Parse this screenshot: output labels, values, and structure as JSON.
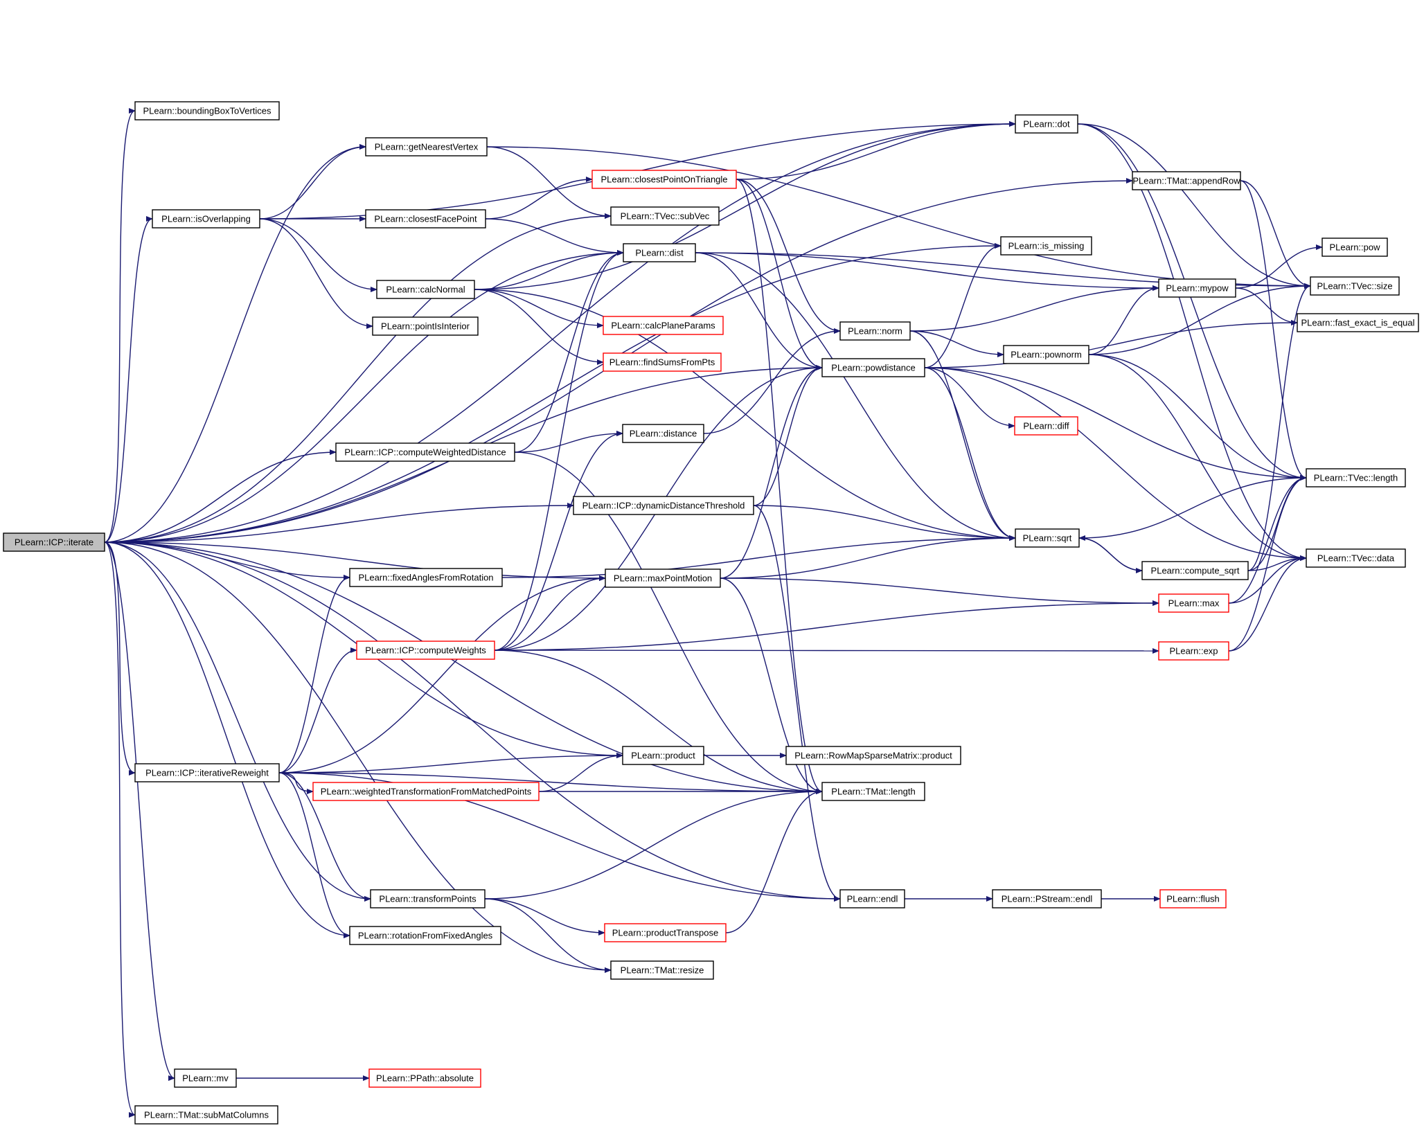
{
  "colors": {
    "edge": "#191970",
    "node_border": "#000000",
    "node_border_truncated": "#ff0000",
    "root_fill": "#bfbfbf",
    "node_fill": "#ffffff"
  },
  "graph": {
    "root": "iterate",
    "nodes": [
      {
        "id": "iterate",
        "label": "PLearn::ICP::iterate",
        "truncated": false
      },
      {
        "id": "boundingBoxToVertices",
        "label": "PLearn::boundingBoxToVertices",
        "truncated": false
      },
      {
        "id": "getNearestVertex",
        "label": "PLearn::getNearestVertex",
        "truncated": false
      },
      {
        "id": "isOverlapping",
        "label": "PLearn::isOverlapping",
        "truncated": false
      },
      {
        "id": "closestFacePoint",
        "label": "PLearn::closestFacePoint",
        "truncated": false
      },
      {
        "id": "calcNormal",
        "label": "PLearn::calcNormal",
        "truncated": false
      },
      {
        "id": "pointIsInterior",
        "label": "PLearn::pointIsInterior",
        "truncated": false
      },
      {
        "id": "computeWeightedDistance",
        "label": "PLearn::ICP::computeWeightedDistance",
        "truncated": false
      },
      {
        "id": "fixedAnglesFromRotation",
        "label": "PLearn::fixedAnglesFromRotation",
        "truncated": false
      },
      {
        "id": "computeWeights",
        "label": "PLearn::ICP::computeWeights",
        "truncated": true
      },
      {
        "id": "iterativeReweight",
        "label": "PLearn::ICP::iterativeReweight",
        "truncated": false
      },
      {
        "id": "weightedTransformation",
        "label": "PLearn::weightedTransformationFromMatchedPoints",
        "truncated": true
      },
      {
        "id": "transformPoints",
        "label": "PLearn::transformPoints",
        "truncated": false
      },
      {
        "id": "rotationFromFixedAngles",
        "label": "PLearn::rotationFromFixedAngles",
        "truncated": false
      },
      {
        "id": "mv",
        "label": "PLearn::mv",
        "truncated": false
      },
      {
        "id": "subMatColumns",
        "label": "PLearn::TMat::subMatColumns",
        "truncated": false
      },
      {
        "id": "closestPointOnTriangle",
        "label": "PLearn::closestPointOnTriangle",
        "truncated": true
      },
      {
        "id": "subVec",
        "label": "PLearn::TVec::subVec",
        "truncated": false
      },
      {
        "id": "dist",
        "label": "PLearn::dist",
        "truncated": false
      },
      {
        "id": "calcPlaneParams",
        "label": "PLearn::calcPlaneParams",
        "truncated": true
      },
      {
        "id": "findSumsFromPts",
        "label": "PLearn::findSumsFromPts",
        "truncated": true
      },
      {
        "id": "distance",
        "label": "PLearn::distance",
        "truncated": false
      },
      {
        "id": "dynamicDistanceThreshold",
        "label": "PLearn::ICP::dynamicDistanceThreshold",
        "truncated": false
      },
      {
        "id": "maxPointMotion",
        "label": "PLearn::maxPointMotion",
        "truncated": false
      },
      {
        "id": "product",
        "label": "PLearn::product",
        "truncated": false
      },
      {
        "id": "productTranspose",
        "label": "PLearn::productTranspose",
        "truncated": true
      },
      {
        "id": "resize",
        "label": "PLearn::TMat::resize",
        "truncated": false
      },
      {
        "id": "absolute",
        "label": "PLearn::PPath::absolute",
        "truncated": true
      },
      {
        "id": "RowMapProduct",
        "label": "PLearn::RowMapSparseMatrix::product",
        "truncated": false
      },
      {
        "id": "TMatLength",
        "label": "PLearn::TMat::length",
        "truncated": false
      },
      {
        "id": "norm",
        "label": "PLearn::norm",
        "truncated": false
      },
      {
        "id": "powdistance",
        "label": "PLearn::powdistance",
        "truncated": false
      },
      {
        "id": "endl",
        "label": "PLearn::endl",
        "truncated": false
      },
      {
        "id": "dot",
        "label": "PLearn::dot",
        "truncated": false
      },
      {
        "id": "is_missing",
        "label": "PLearn::is_missing",
        "truncated": false
      },
      {
        "id": "diff",
        "label": "PLearn::diff",
        "truncated": true
      },
      {
        "id": "sqrt",
        "label": "PLearn::sqrt",
        "truncated": false
      },
      {
        "id": "PStreamEndl",
        "label": "PLearn::PStream::endl",
        "truncated": false
      },
      {
        "id": "appendRow",
        "label": "PLearn::TMat::appendRow",
        "truncated": false
      },
      {
        "id": "mypow",
        "label": "PLearn::mypow",
        "truncated": false
      },
      {
        "id": "pownorm",
        "label": "PLearn::pownorm",
        "truncated": false
      },
      {
        "id": "compute_sqrt",
        "label": "PLearn::compute_sqrt",
        "truncated": false
      },
      {
        "id": "max",
        "label": "PLearn::max",
        "truncated": true
      },
      {
        "id": "exp",
        "label": "PLearn::exp",
        "truncated": true
      },
      {
        "id": "flush",
        "label": "PLearn::flush",
        "truncated": true
      },
      {
        "id": "pow",
        "label": "PLearn::pow",
        "truncated": false
      },
      {
        "id": "TVecSize",
        "label": "PLearn::TVec::size",
        "truncated": false
      },
      {
        "id": "fast_exact_is_equal",
        "label": "PLearn::fast_exact_is_equal",
        "truncated": false
      },
      {
        "id": "TVecLength",
        "label": "PLearn::TVec::length",
        "truncated": false
      },
      {
        "id": "TVecData",
        "label": "PLearn::TVec::data",
        "truncated": false
      }
    ],
    "edges": [
      [
        "iterate",
        "boundingBoxToVertices"
      ],
      [
        "iterate",
        "getNearestVertex"
      ],
      [
        "iterate",
        "isOverlapping"
      ],
      [
        "iterate",
        "dot"
      ],
      [
        "iterate",
        "dist"
      ],
      [
        "iterate",
        "appendRow"
      ],
      [
        "iterate",
        "subVec"
      ],
      [
        "iterate",
        "is_missing"
      ],
      [
        "iterate",
        "computeWeightedDistance"
      ],
      [
        "iterate",
        "dynamicDistanceThreshold"
      ],
      [
        "iterate",
        "fixedAnglesFromRotation"
      ],
      [
        "iterate",
        "maxPointMotion"
      ],
      [
        "iterate",
        "powdistance"
      ],
      [
        "iterate",
        "product"
      ],
      [
        "iterate",
        "iterativeReweight"
      ],
      [
        "iterate",
        "transformPoints"
      ],
      [
        "iterate",
        "rotationFromFixedAngles"
      ],
      [
        "iterate",
        "resize"
      ],
      [
        "iterate",
        "TMatLength"
      ],
      [
        "iterate",
        "endl"
      ],
      [
        "iterate",
        "mv"
      ],
      [
        "iterate",
        "subMatColumns"
      ],
      [
        "isOverlapping",
        "getNearestVertex"
      ],
      [
        "isOverlapping",
        "closestFacePoint"
      ],
      [
        "isOverlapping",
        "calcNormal"
      ],
      [
        "isOverlapping",
        "pointIsInterior"
      ],
      [
        "isOverlapping",
        "dot"
      ],
      [
        "getNearestVertex",
        "subVec"
      ],
      [
        "getNearestVertex",
        "TVecSize"
      ],
      [
        "closestFacePoint",
        "closestPointOnTriangle"
      ],
      [
        "closestFacePoint",
        "dist"
      ],
      [
        "calcNormal",
        "dist"
      ],
      [
        "calcNormal",
        "calcPlaneParams"
      ],
      [
        "calcNormal",
        "findSumsFromPts"
      ],
      [
        "calcNormal",
        "dot"
      ],
      [
        "calcNormal",
        "sqrt"
      ],
      [
        "closestPointOnTriangle",
        "dot"
      ],
      [
        "closestPointOnTriangle",
        "norm"
      ],
      [
        "closestPointOnTriangle",
        "powdistance"
      ],
      [
        "closestPointOnTriangle",
        "TMatLength"
      ],
      [
        "dist",
        "powdistance"
      ],
      [
        "dist",
        "sqrt"
      ],
      [
        "dist",
        "mypow"
      ],
      [
        "dist",
        "TVecSize"
      ],
      [
        "computeWeightedDistance",
        "distance"
      ],
      [
        "computeWeightedDistance",
        "dist"
      ],
      [
        "computeWeightedDistance",
        "TMatLength"
      ],
      [
        "distance",
        "norm"
      ],
      [
        "dynamicDistanceThreshold",
        "sqrt"
      ],
      [
        "dynamicDistanceThreshold",
        "powdistance"
      ],
      [
        "dynamicDistanceThreshold",
        "endl"
      ],
      [
        "fixedAnglesFromRotation",
        "sqrt"
      ],
      [
        "maxPointMotion",
        "sqrt"
      ],
      [
        "maxPointMotion",
        "max"
      ],
      [
        "maxPointMotion",
        "powdistance"
      ],
      [
        "maxPointMotion",
        "TMatLength"
      ],
      [
        "computeWeights",
        "dist"
      ],
      [
        "computeWeights",
        "distance"
      ],
      [
        "computeWeights",
        "powdistance"
      ],
      [
        "computeWeights",
        "maxPointMotion"
      ],
      [
        "computeWeights",
        "max"
      ],
      [
        "computeWeights",
        "exp"
      ],
      [
        "computeWeights",
        "TMatLength"
      ],
      [
        "iterativeReweight",
        "fixedAnglesFromRotation"
      ],
      [
        "iterativeReweight",
        "computeWeights"
      ],
      [
        "iterativeReweight",
        "product"
      ],
      [
        "iterativeReweight",
        "weightedTransformation"
      ],
      [
        "iterativeReweight",
        "TMatLength"
      ],
      [
        "iterativeReweight",
        "transformPoints"
      ],
      [
        "iterativeReweight",
        "rotationFromFixedAngles"
      ],
      [
        "iterativeReweight",
        "endl"
      ],
      [
        "iterativeReweight",
        "maxPointMotion"
      ],
      [
        "weightedTransformation",
        "product"
      ],
      [
        "weightedTransformation",
        "TMatLength"
      ],
      [
        "product",
        "RowMapProduct"
      ],
      [
        "transformPoints",
        "TMatLength"
      ],
      [
        "transformPoints",
        "productTranspose"
      ],
      [
        "transformPoints",
        "resize"
      ],
      [
        "productTranspose",
        "TMatLength"
      ],
      [
        "mv",
        "absolute"
      ],
      [
        "norm",
        "mypow"
      ],
      [
        "norm",
        "pownorm"
      ],
      [
        "norm",
        "sqrt"
      ],
      [
        "powdistance",
        "is_missing"
      ],
      [
        "powdistance",
        "diff"
      ],
      [
        "powdistance",
        "sqrt"
      ],
      [
        "powdistance",
        "TVecLength"
      ],
      [
        "powdistance",
        "TVecData"
      ],
      [
        "powdistance",
        "fast_exact_is_equal"
      ],
      [
        "endl",
        "PStreamEndl"
      ],
      [
        "PStreamEndl",
        "flush"
      ],
      [
        "dot",
        "TVecLength"
      ],
      [
        "dot",
        "TVecData"
      ],
      [
        "dot",
        "TVecSize"
      ],
      [
        "appendRow",
        "TVecSize"
      ],
      [
        "appendRow",
        "TVecLength"
      ],
      [
        "mypow",
        "pow"
      ],
      [
        "mypow",
        "fast_exact_is_equal"
      ],
      [
        "pownorm",
        "mypow"
      ],
      [
        "pownorm",
        "TVecSize"
      ],
      [
        "pownorm",
        "TVecLength"
      ],
      [
        "pownorm",
        "TVecData"
      ],
      [
        "sqrt",
        "TVecLength"
      ],
      [
        "sqrt",
        "compute_sqrt"
      ],
      [
        "compute_sqrt",
        "sqrt"
      ],
      [
        "compute_sqrt",
        "TVecLength"
      ],
      [
        "compute_sqrt",
        "TVecData"
      ],
      [
        "compute_sqrt",
        "TVecSize"
      ],
      [
        "max",
        "TVecLength"
      ],
      [
        "max",
        "TVecData"
      ],
      [
        "exp",
        "TVecData"
      ],
      [
        "exp",
        "TVecLength"
      ]
    ]
  }
}
